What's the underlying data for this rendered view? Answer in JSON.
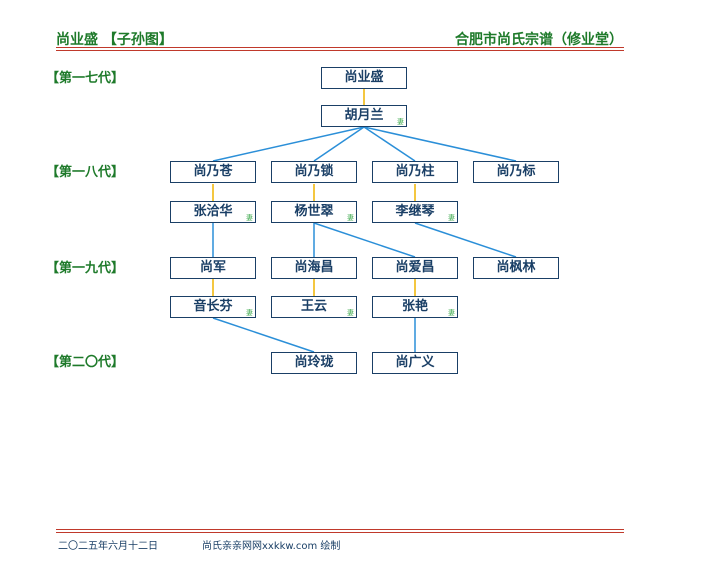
{
  "header": {
    "left_title": "尚业盛 【子孙图】",
    "right_title": "合肥市尚氏宗谱（修业堂）"
  },
  "generations": [
    "【第一七代】",
    "【第一八代】",
    "【第一九代】",
    "【第二〇代】"
  ],
  "people": {
    "p1": "尚业盛",
    "p2": "胡月兰",
    "p3": "尚乃苍",
    "p4": "尚乃锁",
    "p5": "尚乃柱",
    "p6": "尚乃标",
    "p7": "张洽华",
    "p8": "杨世翠",
    "p9": "李继琴",
    "p10": "尚军",
    "p11": "尚海昌",
    "p12": "尚爱昌",
    "p13": "尚枫林",
    "p14": "音长芬",
    "p15": "王云",
    "p16": "张艳",
    "p17": "尚玲珑",
    "p18": "尚广义"
  },
  "spouse_mark": "妻",
  "colors": {
    "spouse_link": "#f0b400",
    "child_link": "#2b8fd8",
    "title_green": "#1e7a2a",
    "rule_red": "#c0392b",
    "node_border": "#1a3f66"
  },
  "footer": {
    "date": "二〇二五年六月十二日",
    "credit": "尚氏亲亲网网xxkkw.com 绘制"
  }
}
